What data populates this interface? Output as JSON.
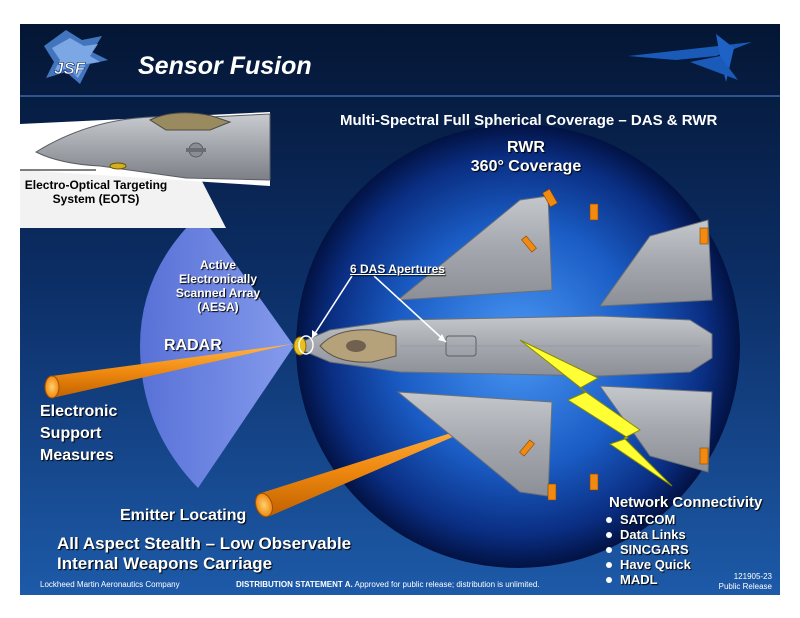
{
  "header": {
    "title": "Sensor Fusion",
    "subtitle": "Multi-Spectral Full Spherical Coverage – DAS & RWR",
    "logo_text": "JSF"
  },
  "labels": {
    "rwr": "RWR",
    "rwr_coverage": "360° Coverage",
    "eots": "Electro-Optical Targeting System (EOTS)",
    "aesa": "Active Electronically Scanned Array (AESA)",
    "das": "6 DAS Apertures",
    "radar": "RADAR",
    "esm": "Electronic Support Measures",
    "emitter": "Emitter Locating",
    "stealth_line1": "All Aspect Stealth – Low Observable",
    "stealth_line2": "Internal Weapons Carriage"
  },
  "network": {
    "title": "Network Connectivity",
    "items": [
      "SATCOM",
      "Data Links",
      "SINCGARS",
      "Have Quick",
      "MADL"
    ]
  },
  "footer": {
    "company": "Lockheed Martin Aeronautics Company",
    "distribution_label": "DISTRIBUTION STATEMENT A.",
    "distribution_text": " Approved for public release; distribution is unlimited.",
    "doc_number": "121905-23",
    "release": "Public Release"
  },
  "colors": {
    "background_top": "#061a3e",
    "background_mid": "#0c2e66",
    "background_bottom": "#1d5aa8",
    "sphere_center": "#3f8df0",
    "sphere_edge": "#02144a",
    "radar_fan": "#6a86e8",
    "beam": "#f08a10",
    "lightning": "#ffff33",
    "aircraft": "#a8abb0"
  }
}
